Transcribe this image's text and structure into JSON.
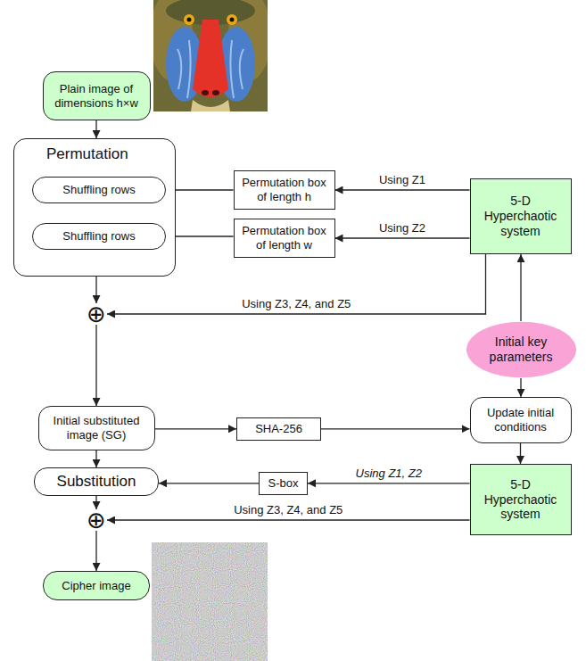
{
  "diagram": {
    "nodes": [
      {
        "text": [
          "Plain image of dimensions h×w"
        ]
      },
      {
        "text": [
          "Permutation"
        ]
      },
      {
        "text": [
          "Shuffling rows"
        ],
        "in": 1
      },
      {
        "text": [
          "Shuffling rows"
        ],
        "in": 1
      },
      {
        "text": [
          "Permutation box of length h"
        ]
      },
      {
        "text": [
          "Permutation box of length w"
        ]
      },
      {
        "text": [
          "5-D Hyperchaotic system"
        ]
      },
      {
        "text": [
          "⊕"
        ]
      },
      {
        "text": [
          "Initial key parameters"
        ]
      },
      {
        "text": [
          "Initial substituted image (SG)"
        ]
      },
      {
        "text": [
          "SHA-256"
        ]
      },
      {
        "text": [
          "Update initial conditions"
        ]
      },
      {
        "text": [
          "Substitution"
        ]
      },
      {
        "text": [
          "S-box"
        ]
      },
      {
        "text": [
          "5-D Hyperchaotic system"
        ]
      },
      {
        "text": [
          "⊕"
        ]
      },
      {
        "text": [
          "Cipher image"
        ]
      }
    ],
    "edges": [
      {
        "from": 0,
        "to": 1,
        "arrow": "to"
      },
      {
        "from": 4,
        "to": 2,
        "arrow": "to"
      },
      {
        "from": 5,
        "to": 3,
        "arrow": "to"
      },
      {
        "from": 6,
        "to": 4,
        "arrow": "to",
        "label": "Using Z1"
      },
      {
        "from": 6,
        "to": 5,
        "arrow": "to",
        "label": "Using Z2"
      },
      {
        "from": 1,
        "to": 7,
        "arrow": "to"
      },
      {
        "from": 6,
        "to": 7,
        "arrow": "to",
        "label": "Using Z3, Z4, and Z5"
      },
      {
        "from": 7,
        "to": 9,
        "arrow": "to"
      },
      {
        "from": 8,
        "to": 6,
        "arrow": "to"
      },
      {
        "from": 8,
        "to": 11,
        "arrow": "to"
      },
      {
        "from": 9,
        "to": 10,
        "arrow": "to"
      },
      {
        "from": 10,
        "to": 11,
        "arrow": "to"
      },
      {
        "from": 11,
        "to": 14,
        "arrow": "to"
      },
      {
        "from": 9,
        "to": 12,
        "arrow": "to"
      },
      {
        "from": 13,
        "to": 12,
        "arrow": "to"
      },
      {
        "from": 14,
        "to": 13,
        "arrow": "to",
        "label": "Using Z1, Z2"
      },
      {
        "from": 12,
        "to": 15,
        "arrow": "to"
      },
      {
        "from": 14,
        "to": 15,
        "arrow": "to",
        "label": "Using Z3, Z4, and Z5"
      },
      {
        "from": 15,
        "to": 16,
        "arrow": "to"
      }
    ]
  }
}
